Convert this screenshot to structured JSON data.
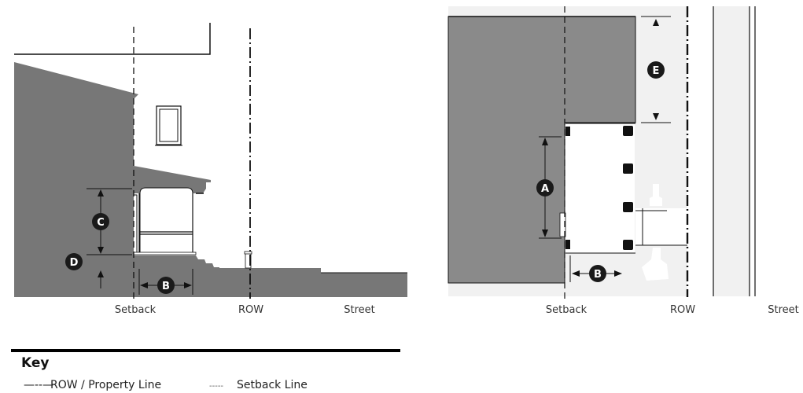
{
  "section_diagram": {
    "labels": {
      "setback": "Setback",
      "row": "ROW",
      "street": "Street"
    },
    "markers": {
      "b": "B",
      "c": "C",
      "d": "D"
    }
  },
  "plan_diagram": {
    "labels": {
      "setback": "Setback",
      "row": "ROW",
      "street": "Street"
    },
    "markers": {
      "a": "A",
      "b": "B",
      "e": "E"
    }
  },
  "key": {
    "title": "Key",
    "items": [
      {
        "symbol": "—--—",
        "label": "ROW / Property Line"
      },
      {
        "symbol": "-----",
        "label": "Setback Line"
      }
    ]
  },
  "colors": {
    "building_fill": "#777777",
    "plan_building_fill": "#8a8a8a",
    "plan_ground_fill": "#f1f1f1"
  }
}
